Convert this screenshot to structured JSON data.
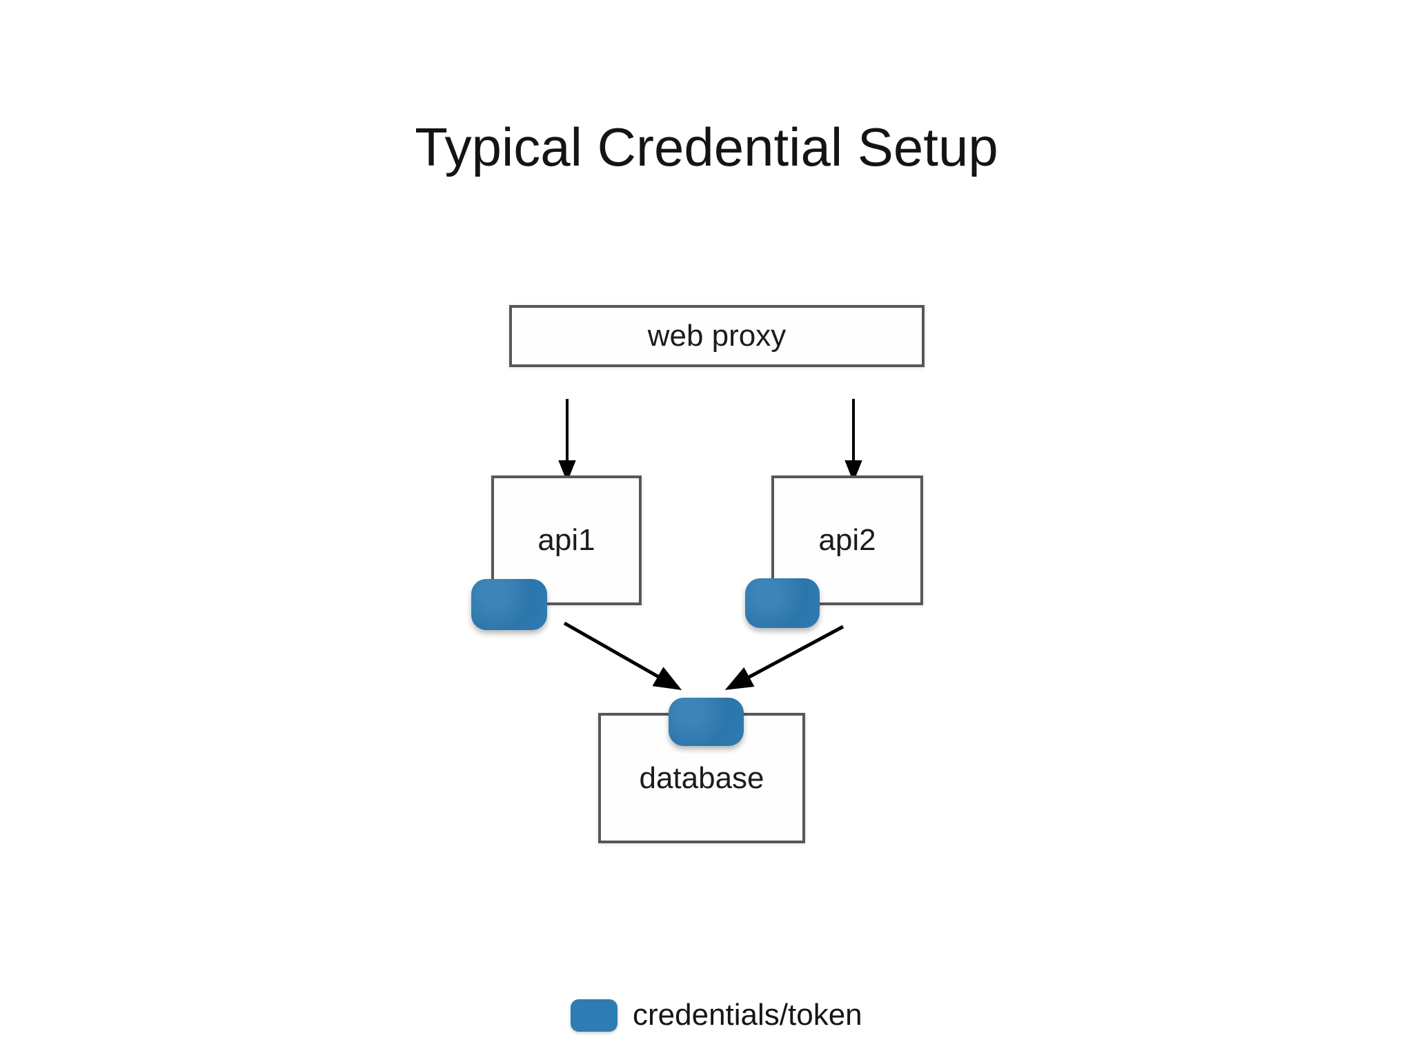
{
  "title": "Typical Credential Setup",
  "nodes": {
    "web_proxy": {
      "label": "web proxy"
    },
    "api1": {
      "label": "api1"
    },
    "api2": {
      "label": "api2"
    },
    "database": {
      "label": "database"
    }
  },
  "edges": [
    {
      "from": "web proxy",
      "to": "api1"
    },
    {
      "from": "web proxy",
      "to": "api2"
    },
    {
      "from": "api1",
      "to": "database"
    },
    {
      "from": "api2",
      "to": "database"
    }
  ],
  "tokens": [
    {
      "attached_to": "api1",
      "position": "bottom-left-corner"
    },
    {
      "attached_to": "api2",
      "position": "bottom-left-corner"
    },
    {
      "attached_to": "database",
      "position": "top-center"
    }
  ],
  "legend": {
    "label": "credentials/token"
  },
  "colors": {
    "token_blue": "#2e7cb4",
    "box_border": "#57575a",
    "arrow": "#000000",
    "background": "#ffffff",
    "text": "#141414"
  }
}
